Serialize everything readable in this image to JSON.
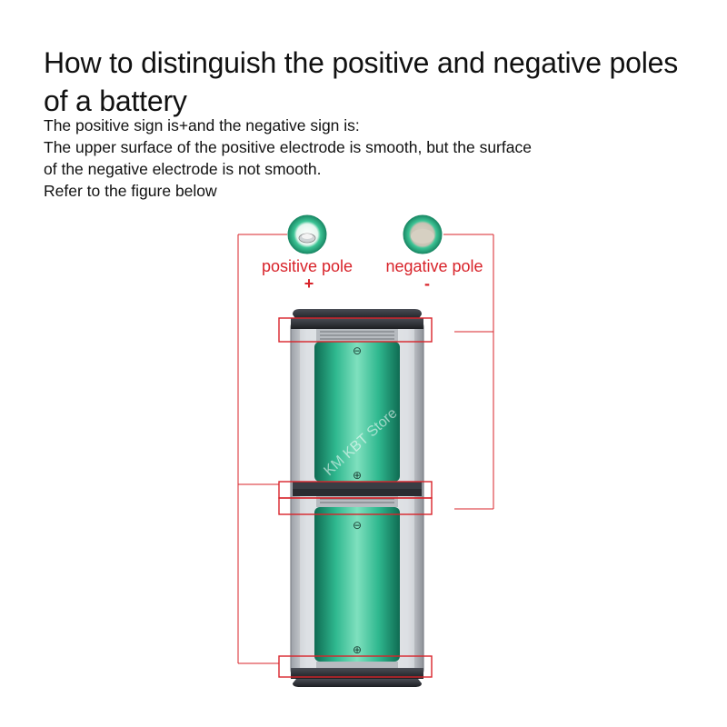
{
  "title": "How to distinguish the positive and negative poles of a battery",
  "lines": [
    "The positive sign is+and the negative sign is:",
    "The upper surface of the positive electrode is smooth, but the surface",
    "of the negative electrode is not smooth.",
    "Refer to the figure below"
  ],
  "figure": {
    "positive_label": "positive pole",
    "positive_sign": "+",
    "negative_label": "negative pole",
    "negative_sign": "-",
    "watermark": "KM KBT Store",
    "cell_marks": [
      "⊖",
      "⊕",
      "⊖",
      "⊕"
    ],
    "colors": {
      "annotation_red": "#d8232a",
      "cell_green": "#2fb88f",
      "holder_dark": "#2b2d33"
    }
  }
}
